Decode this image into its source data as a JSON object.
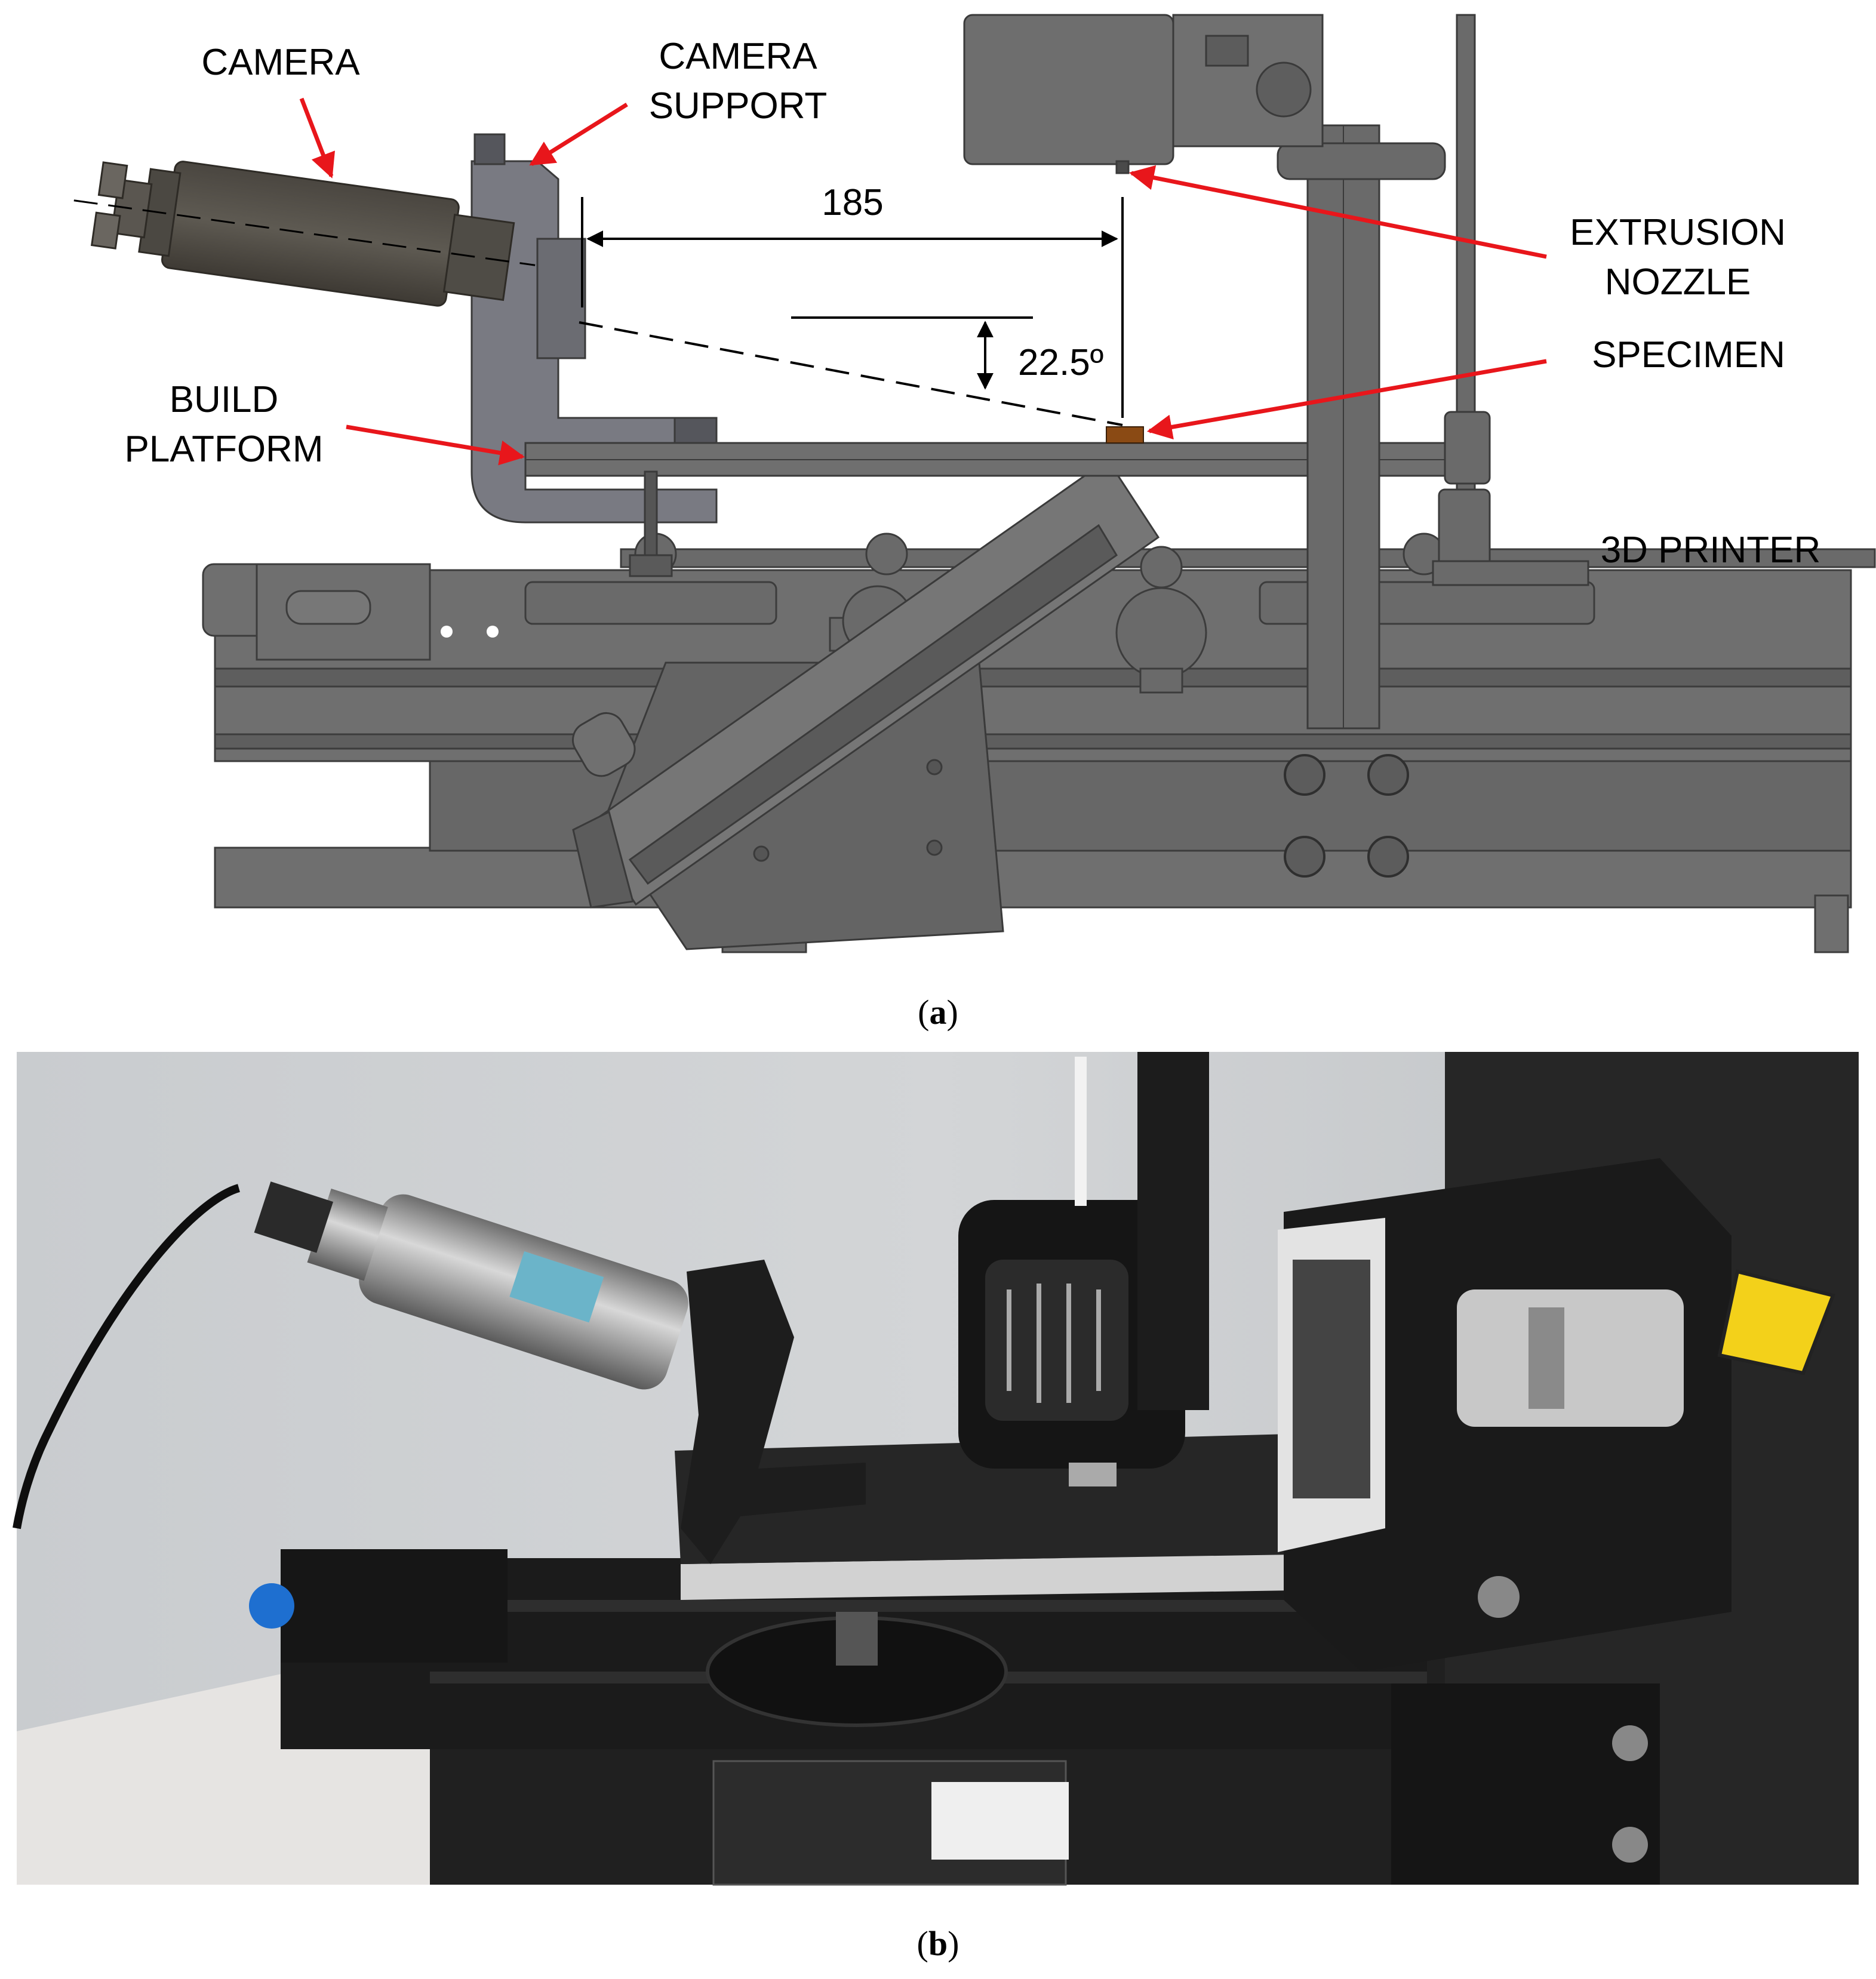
{
  "panel_a": {
    "labels": {
      "camera": "CAMERA",
      "camera_support_1": "CAMERA",
      "camera_support_2": "SUPPORT",
      "extrusion_1": "EXTRUSION",
      "extrusion_2": "NOZZLE",
      "specimen": "SPECIMEN",
      "build_1": "BUILD",
      "build_2": "PLATFORM",
      "printer": "3D PRINTER"
    },
    "dimension_distance": "185",
    "dimension_angle": "22.5º",
    "caption_open": "(",
    "caption_letter": "a",
    "caption_close": ")"
  },
  "panel_b": {
    "caption_open": "(",
    "caption_letter": "b",
    "caption_close": ")"
  },
  "colors": {
    "arrow": "#e8161b",
    "model_gray": "#6f6f6f",
    "specimen": "#8a4a14"
  }
}
